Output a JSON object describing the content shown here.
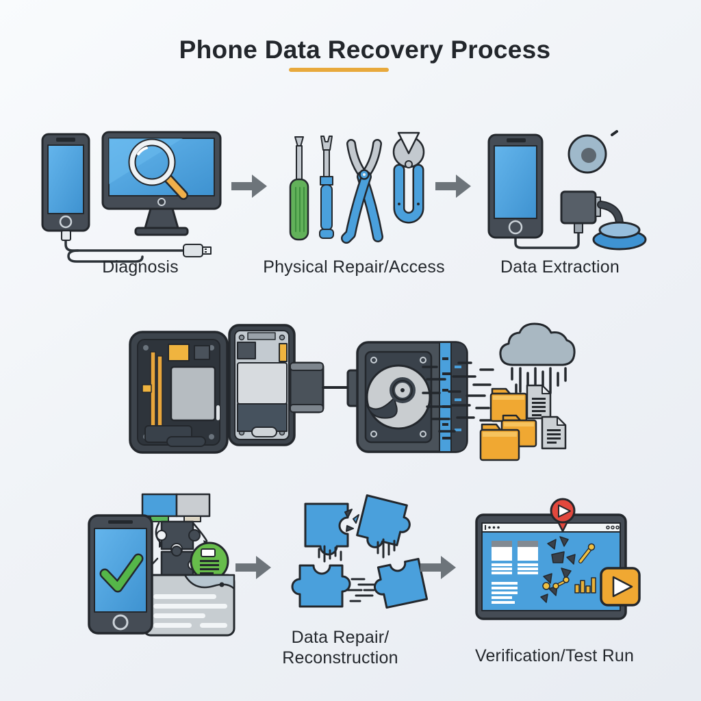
{
  "title": {
    "text": "Phone Data Recovery Process",
    "underline_color": "#E8A93C"
  },
  "stages": {
    "diagnosis": {
      "label": "Diagnosis",
      "icons": [
        "smartphone-icon",
        "usb-cable-icon",
        "monitor-icon",
        "magnifier-icon"
      ]
    },
    "physical_repair": {
      "label": "Physical Repair/Access",
      "icons": [
        "screwdriver-icon",
        "spudger-icon",
        "pliers-icon",
        "wrench-clamp-icon"
      ]
    },
    "data_extraction": {
      "label": "Data Extraction",
      "icons": [
        "smartphone-icon",
        "disc-icon",
        "adapter-box-icon",
        "suction-cup-icon"
      ]
    },
    "disassembly_transfer": {
      "label": "",
      "icons": [
        "opened-phone-internals-icon",
        "opened-phone-adapter-icon",
        "hard-drive-icon",
        "data-stream-icon",
        "cloud-download-icon",
        "folders-icon",
        "documents-icon"
      ]
    },
    "data_repair": {
      "label_line1": "Data Repair/",
      "label_line2": "Reconstruction",
      "icons": [
        "phone-checkmark-icon",
        "flowchart-icon",
        "puzzle-pieces-icon"
      ]
    },
    "verification": {
      "label": "Verification/Test Run",
      "icons": [
        "browser-window-icon",
        "play-pin-icon",
        "play-button-icon",
        "bar-chart-icon"
      ]
    }
  },
  "arrows": {
    "count": 4,
    "color": "#6D747A",
    "direction": "right"
  },
  "palette": {
    "background": "#F0F3F7",
    "outline": "#23272C",
    "device_dark_gray": "#454C55",
    "screen_blue": "#4AA0DC",
    "screen_blue_light": "#64B5EC",
    "tool_green": "#62B15A",
    "check_green": "#55B649",
    "folder_orange": "#F0A832",
    "accent_orange": "#E8A93C",
    "cloud_gray": "#A9B8C2",
    "platter_gray": "#C9CDD0",
    "red_pin": "#E2483D",
    "paper_gray": "#CCD1D5"
  }
}
